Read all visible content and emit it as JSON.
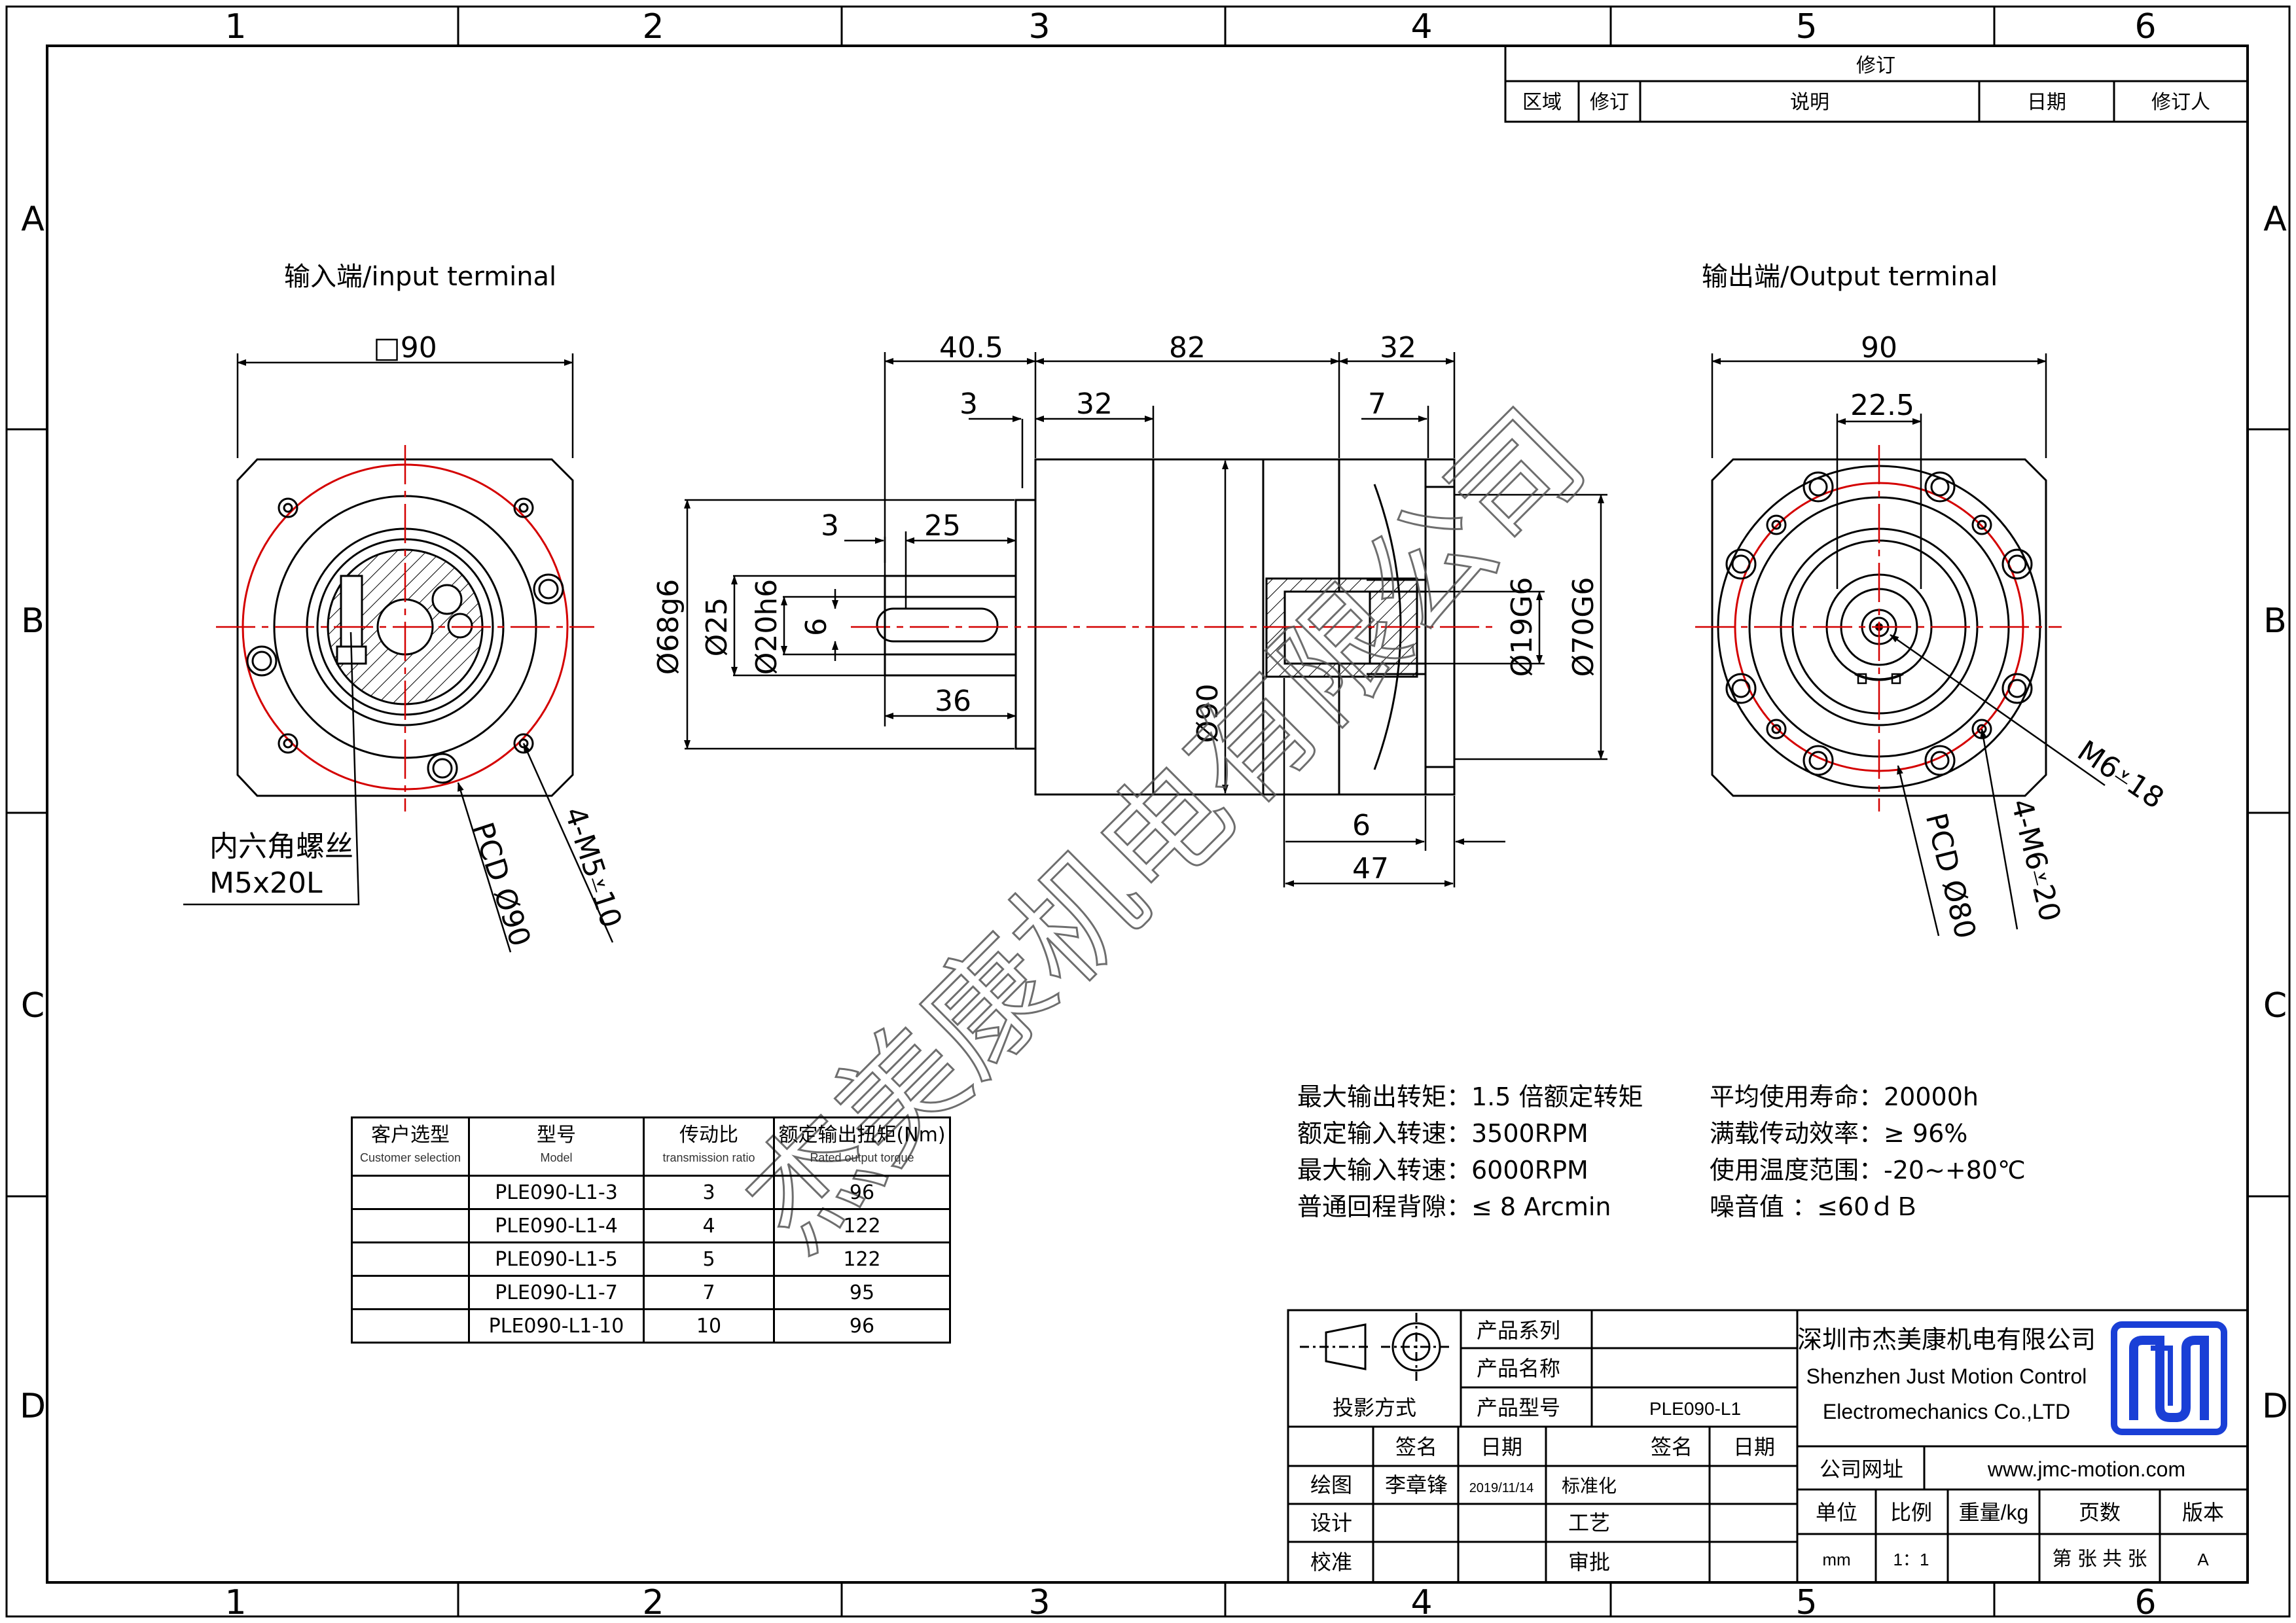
{
  "grid": {
    "columns": [
      "1",
      "2",
      "3",
      "4",
      "5",
      "6"
    ],
    "rows": [
      "A",
      "B",
      "C",
      "D"
    ]
  },
  "revision_block": {
    "title": "修订",
    "headers": [
      "区域",
      "修订",
      "说明",
      "日期",
      "修订人"
    ]
  },
  "views": {
    "input_label": "输入端/input terminal",
    "output_label": "输出端/Output terminal"
  },
  "dimensions": {
    "input_square": "□90",
    "hex_screw_line1": "内六角螺丝",
    "hex_screw_line2": "M5x20L",
    "input_pcd": "PCD Ø90",
    "input_holes": "4-M5⩡10",
    "side_40_5": "40.5",
    "side_82": "82",
    "side_32_top": "32",
    "side_3": "3",
    "side_32": "32",
    "side_7": "7",
    "side_3b": "3",
    "side_25": "25",
    "side_d68": "Ø68g6",
    "side_d25": "Ø25",
    "side_d20": "Ø20h6",
    "side_6": "6",
    "side_36": "36",
    "side_d90": "Ø90",
    "side_d19": "Ø19G6",
    "side_d70": "Ø70G6",
    "side_6b": "6",
    "side_47": "47",
    "output_90": "90",
    "output_22_5": "22.5",
    "output_m6": "M6⩡18",
    "output_pcd": "PCD Ø80",
    "output_holes": "4-M6⩡20"
  },
  "specs_left": [
    "最大输出转矩：1.5 倍额定转矩",
    "额定输入转速：3500RPM",
    "最大输入转速：6000RPM",
    "普通回程背隙：≤ 8 Arcmin"
  ],
  "specs_right": [
    "平均使用寿命：20000h",
    "满载传动效率：≥  96%",
    "使用温度范围：-20~+80℃",
    "噪音值        ：≤60ｄＢ"
  ],
  "selection_table": {
    "headers": [
      {
        "cn": "客户选型",
        "en": "Customer selection"
      },
      {
        "cn": "型号",
        "en": "Model"
      },
      {
        "cn": "传动比",
        "en": "transmission ratio"
      },
      {
        "cn": "额定输出扭矩(Nm)",
        "en": "Rated output torque"
      }
    ],
    "rows": [
      [
        "",
        "PLE090-L1-3",
        "3",
        "96"
      ],
      [
        "",
        "PLE090-L1-4",
        "4",
        "122"
      ],
      [
        "",
        "PLE090-L1-5",
        "5",
        "122"
      ],
      [
        "",
        "PLE090-L1-7",
        "7",
        "95"
      ],
      [
        "",
        "PLE090-L1-10",
        "10",
        "96"
      ]
    ]
  },
  "title_block": {
    "product_series": "产品系列",
    "product_name": "产品名称",
    "projection": "投影方式",
    "product_model": "产品型号",
    "model_value": "PLE090-L1",
    "sign": "签名",
    "date": "日期",
    "sign2": "签名",
    "date2": "日期",
    "drawn": "绘图",
    "drawn_by": "李章锋",
    "drawn_date": "2019/11/14",
    "standard": "标准化",
    "design": "设计",
    "process": "工艺",
    "check": "校准",
    "approve": "审批",
    "company_cn": "深圳市杰美康机电有限公司",
    "company_en1": "Shenzhen Just Motion Control",
    "company_en2": "Electromechanics Co.,LTD",
    "website_label": "公司网址",
    "website": "www.jmc-motion.com",
    "unit": "单位",
    "scale": "比例",
    "weight": "重量/kg",
    "pages": "页数",
    "version": "版本",
    "unit_value": "mm",
    "scale_value": "1：1",
    "pages_value": "第 张 共 张",
    "version_value": "A"
  },
  "watermark": "杰美康机电有限公司",
  "colors": {
    "center_line": "#d40000",
    "logo": "#1a3fd6",
    "ink": "#000000"
  }
}
